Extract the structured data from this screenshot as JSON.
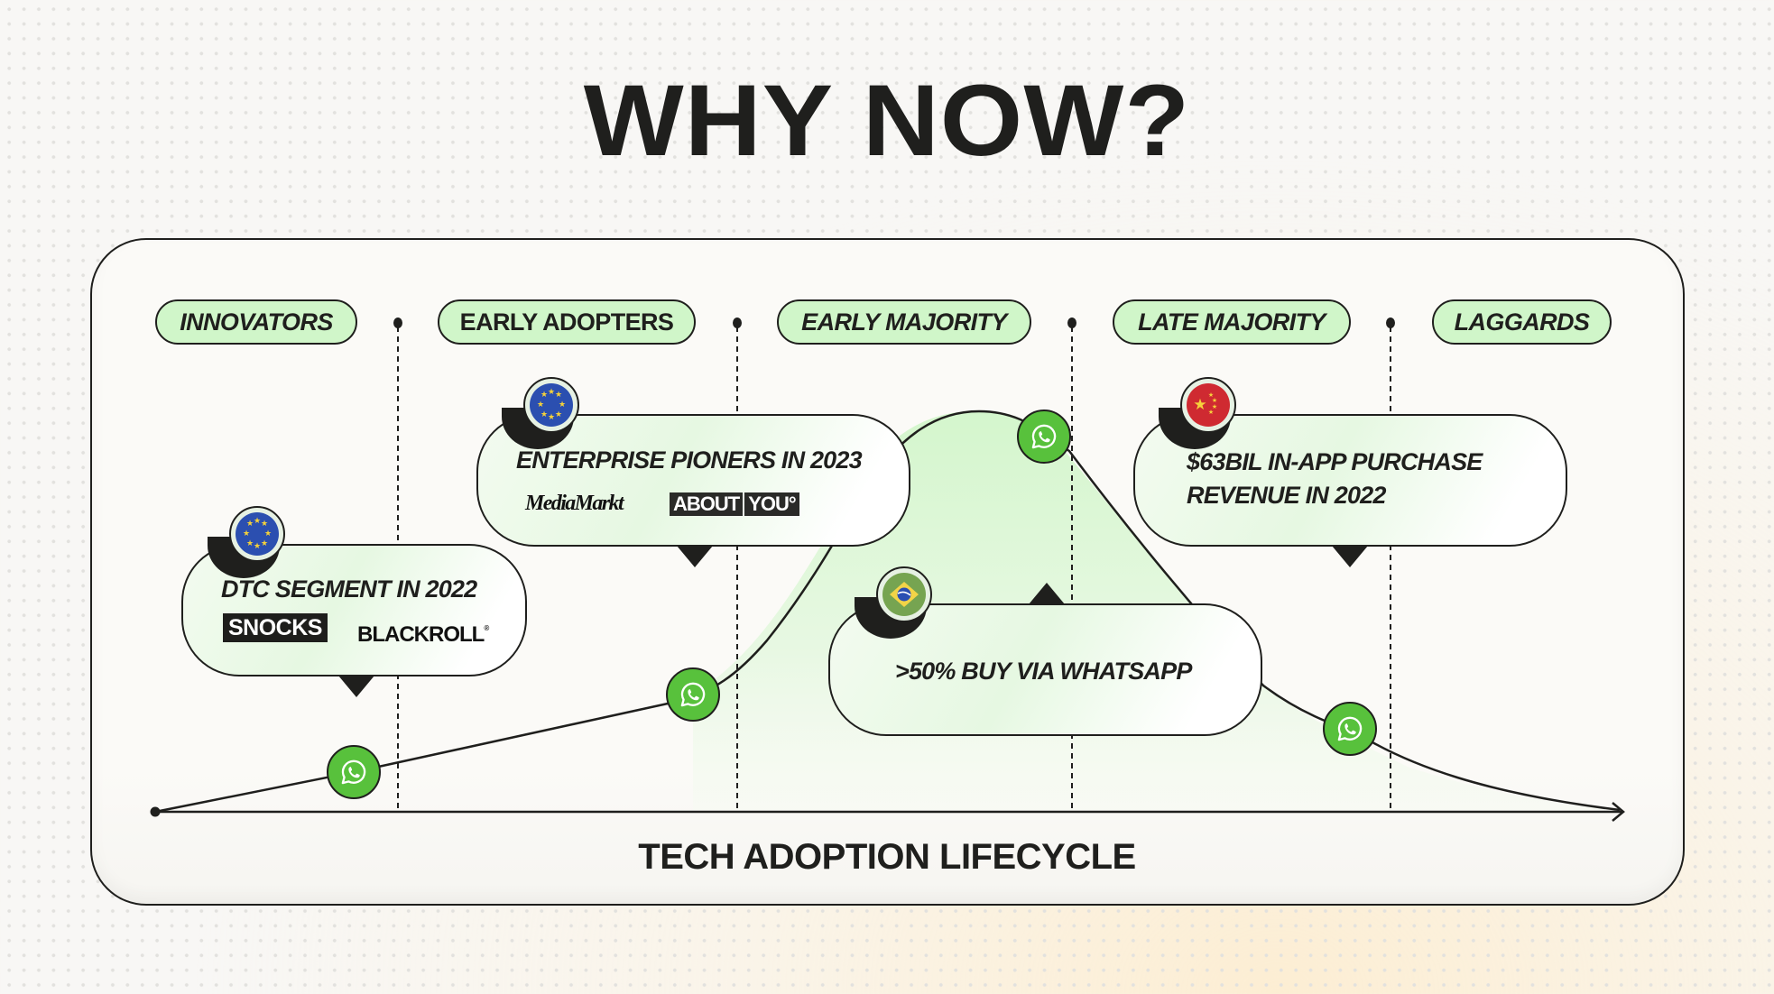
{
  "title": "WHY NOW?",
  "segments": [
    {
      "label": "INNOVATORS",
      "italic": true
    },
    {
      "label": "EARLY ADOPTERS",
      "italic": false
    },
    {
      "label": "EARLY MAJORITY",
      "italic": true
    },
    {
      "label": "LATE MAJORITY",
      "italic": true
    },
    {
      "label": "LAGGARDS",
      "italic": true
    }
  ],
  "callouts": {
    "dtc": {
      "text": "DTC SEGMENT IN 2022",
      "flag": "eu-flag",
      "logos": [
        "SNOCKS",
        "BLACKROLL"
      ],
      "logo_mark": "®"
    },
    "enterprise": {
      "text": "ENTERPRISE PIONERS IN 2023",
      "flag": "eu-flag",
      "logos": [
        "MediaMarkt",
        "ABOUT",
        "YOU°"
      ]
    },
    "whatsapp": {
      "text": ">50% BUY VIA WHATSAPP",
      "flag": "brazil-flag"
    },
    "china": {
      "line1": "$63BIL IN-APP PURCHASE",
      "line2": "REVENUE IN 2022",
      "flag": "china-flag"
    }
  },
  "axis_label": "TECH ADOPTION LIFECYCLE",
  "markers": [
    "whatsapp-icon",
    "whatsapp-icon",
    "whatsapp-icon",
    "whatsapp-icon"
  ],
  "colors": {
    "pill_green": "#d0f6c9",
    "whatsapp_green": "#58c13c",
    "curve_fill": "#d4f6cc",
    "ink": "#1f1f1d",
    "eu_blue": "#2b4fb0",
    "china_red": "#cf2a31",
    "brazil_green": "#76a451"
  }
}
